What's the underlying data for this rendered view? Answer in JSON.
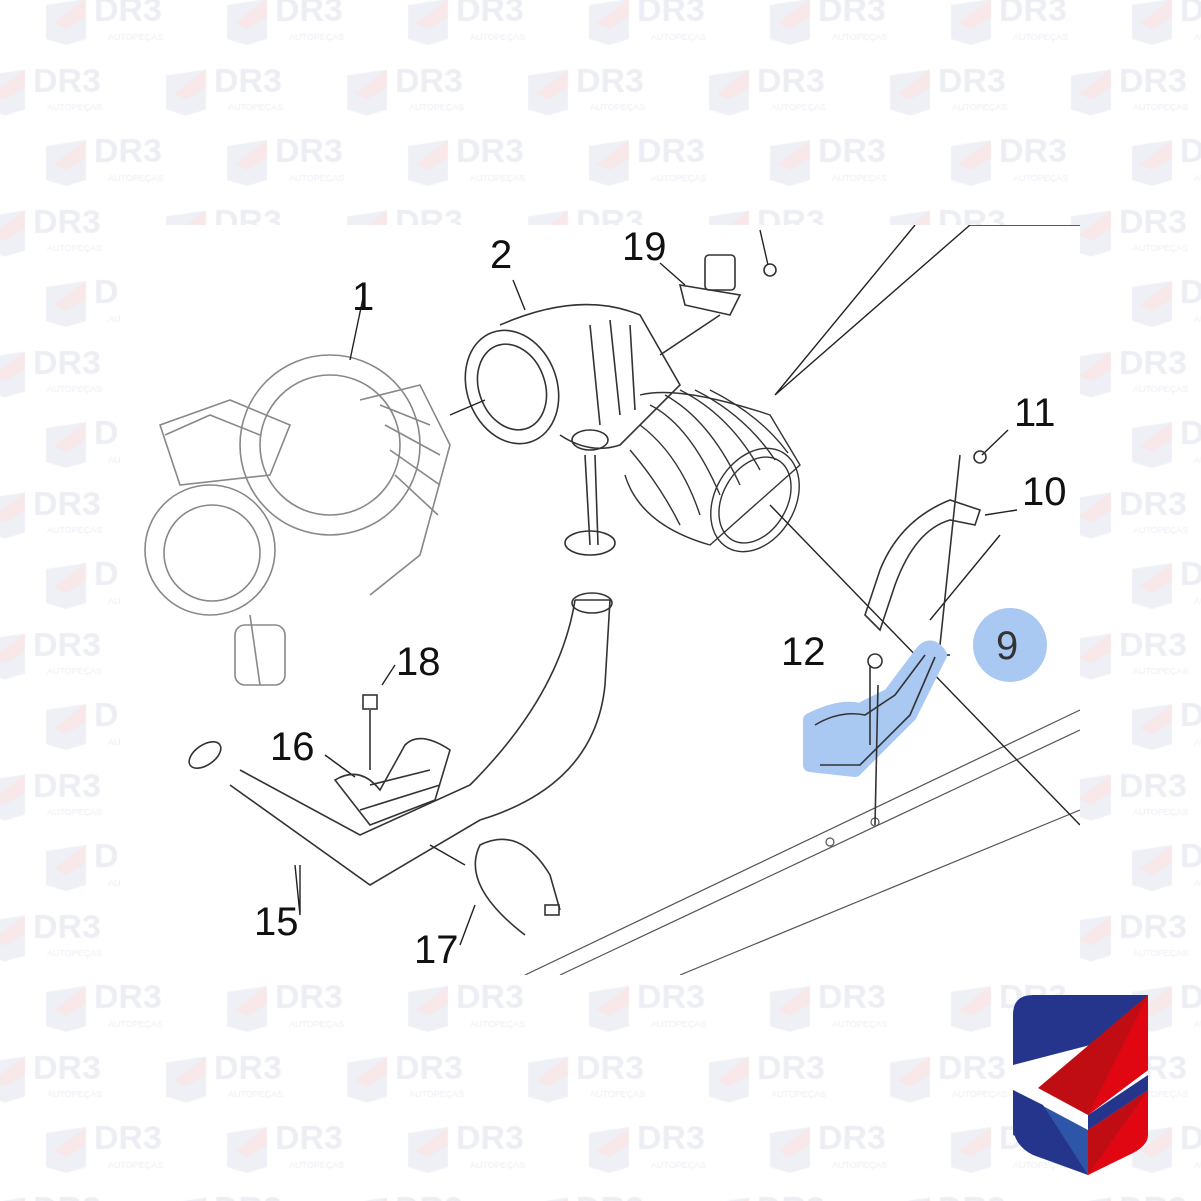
{
  "watermark": {
    "brand": "DR3",
    "tagline": "AUTOPEÇAS"
  },
  "colors": {
    "brand_blue": "#26358c",
    "brand_blue_light": "#2e56a8",
    "brand_red": "#e00612",
    "brand_red_dark": "#c00d14",
    "highlight": "#a9c8f2"
  },
  "diagram": {
    "callouts": [
      "1",
      "2",
      "19",
      "11",
      "10",
      "9",
      "12",
      "18",
      "16",
      "15",
      "17"
    ],
    "highlighted_part": "9"
  }
}
